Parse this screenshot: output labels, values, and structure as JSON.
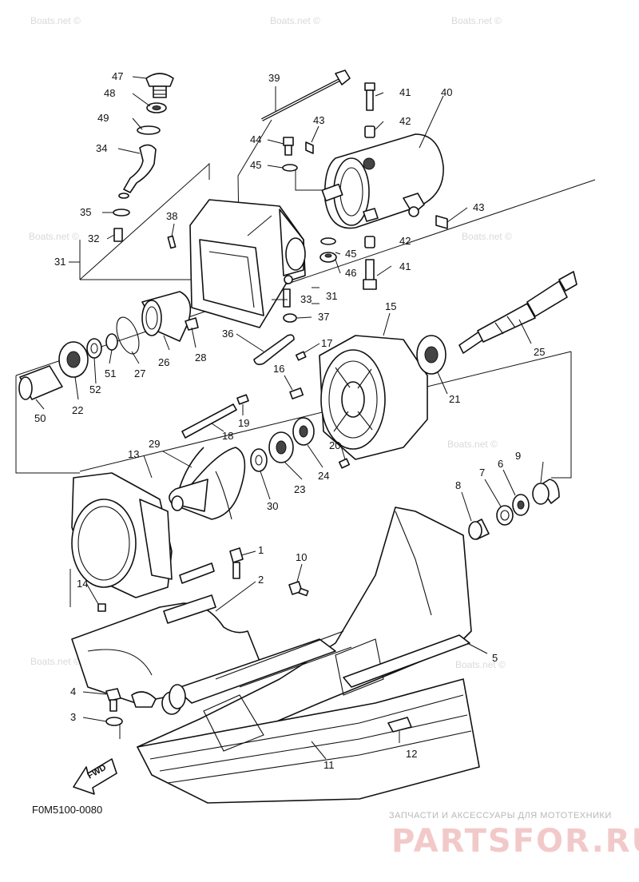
{
  "diagram": {
    "drawing_code": "F0M5100-0080",
    "forward_label": "FWD",
    "watermark": "Boats.net ©",
    "shop_tagline": "ЗАПЧАСТИ И АКСЕССУАРЫ ДЛЯ МОТОТЕХНИКИ",
    "shop_logo": "PARTSFOR.RU",
    "callouts": [
      "1",
      "2",
      "3",
      "4",
      "5",
      "6",
      "7",
      "8",
      "9",
      "10",
      "11",
      "12",
      "13",
      "14",
      "15",
      "16",
      "17",
      "18",
      "19",
      "20",
      "21",
      "22",
      "23",
      "24",
      "25",
      "26",
      "27",
      "28",
      "29",
      "30",
      "31",
      "32",
      "33",
      "34",
      "35",
      "36",
      "37",
      "38",
      "39",
      "40",
      "41",
      "42",
      "43",
      "44",
      "45",
      "46",
      "47",
      "48",
      "49",
      "50",
      "51",
      "52"
    ],
    "repeat_callouts": {
      "c31b": "31",
      "c41b": "41",
      "c42b": "42",
      "c43b": "43",
      "c45b": "45"
    }
  }
}
